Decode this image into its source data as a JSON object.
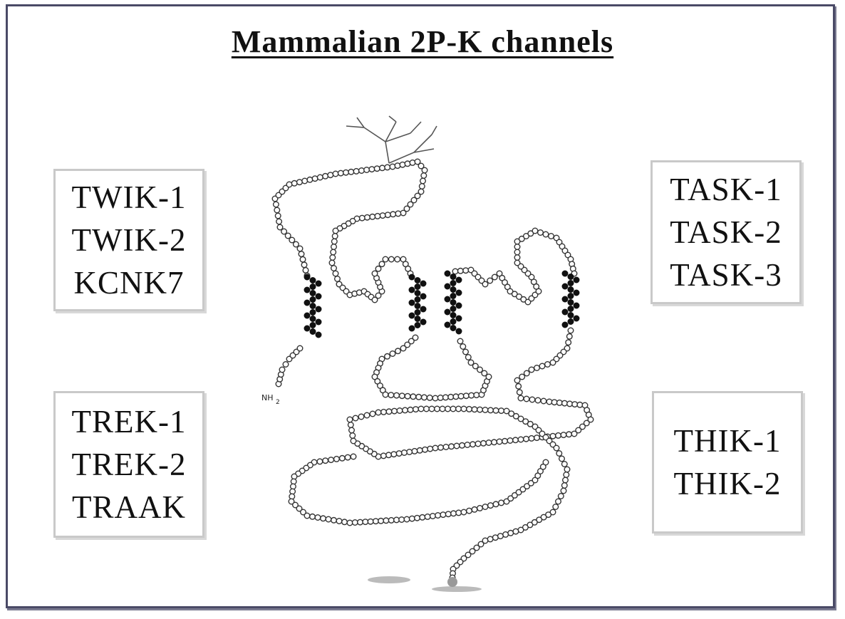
{
  "title": "Mammalian 2P-K channels",
  "families": [
    {
      "id": "twik",
      "members": [
        "TWIK-1",
        "TWIK-2",
        "KCNK7"
      ]
    },
    {
      "id": "trek",
      "members": [
        "TREK-1",
        "TREK-2",
        "TRAAK"
      ]
    },
    {
      "id": "task",
      "members": [
        "TASK-1",
        "TASK-2",
        "TASK-3"
      ]
    },
    {
      "id": "thik",
      "members": [
        "THIK-1",
        "THIK-2"
      ]
    }
  ],
  "diagram": {
    "n_terminus_label": "NH",
    "n_terminus_subscript": "2"
  }
}
